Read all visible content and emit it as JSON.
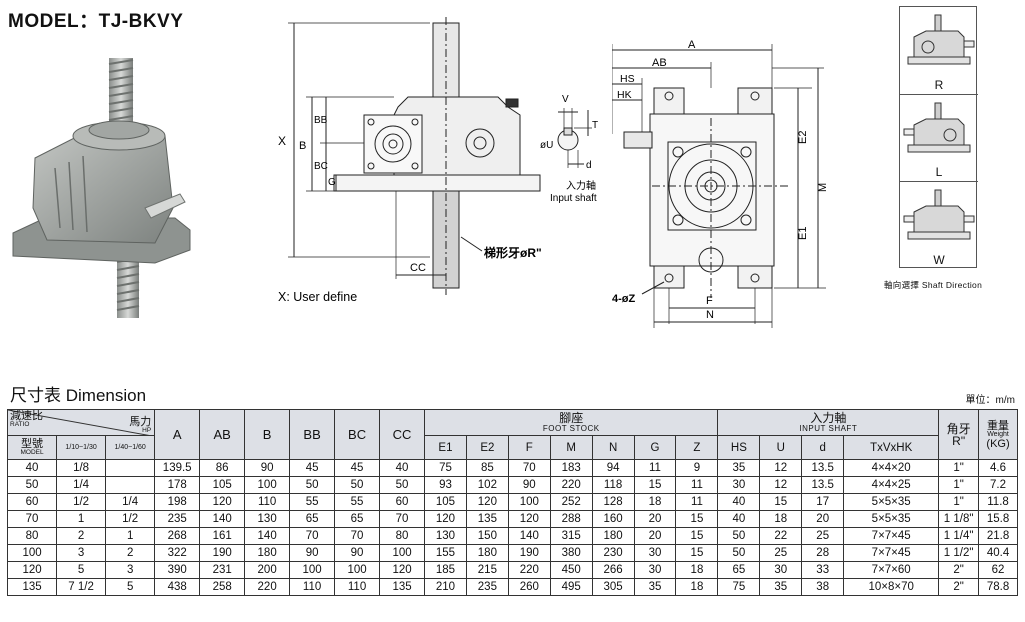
{
  "header": {
    "model_title": "MODEL：TJ-BKVY"
  },
  "drawing": {
    "front_view": {
      "dims": [
        "X",
        "B",
        "BB",
        "BC",
        "G",
        "CC"
      ],
      "thread_label": "梯形牙øR\"",
      "note": "X: User define"
    },
    "shaft_detail": {
      "dims": [
        "V",
        "T",
        "øU",
        "d"
      ],
      "label_cn": "入力軸",
      "label_en": "Input shaft"
    },
    "side_view": {
      "dims": [
        "A",
        "AB",
        "HS",
        "HK",
        "E2",
        "E1",
        "M",
        "F",
        "N"
      ],
      "hole_label": "4-øZ"
    }
  },
  "shaft_direction": {
    "items": [
      {
        "letter": "R"
      },
      {
        "letter": "L"
      },
      {
        "letter": "W"
      }
    ],
    "caption": "軸向選擇   Shaft Direction"
  },
  "dimension_section": {
    "title": "尺寸表   Dimension",
    "unit": "單位：m/m"
  },
  "table": {
    "ratio_cn": "減速比",
    "ratio_en": "RATIO",
    "hp_cn": "馬力",
    "hp_en": "HP",
    "model_cn": "型號",
    "model_en": "MODEL",
    "ratio_ranges": [
      "1/10~1/30",
      "1/40~1/60"
    ],
    "cols_main": [
      "A",
      "AB",
      "B",
      "BB",
      "BC",
      "CC"
    ],
    "foot_cn": "腳座",
    "foot_en": "FOOT STOCK",
    "cols_foot": [
      "E1",
      "E2",
      "F",
      "M",
      "N",
      "G",
      "Z"
    ],
    "input_cn": "入力軸",
    "input_en": "INPUT SHAFT",
    "cols_input": [
      "HS",
      "U",
      "d",
      "TxVxHK"
    ],
    "thread_cn": "角牙",
    "thread_en": "R\"",
    "weight_cn": "重量",
    "weight_en": "Weight",
    "weight_unit": "(KG)",
    "rows": [
      [
        "40",
        "1/8",
        "",
        "139.5",
        "86",
        "90",
        "45",
        "45",
        "40",
        "75",
        "85",
        "70",
        "183",
        "94",
        "11",
        "9",
        "35",
        "12",
        "13.5",
        "4×4×20",
        "1\"",
        "4.6"
      ],
      [
        "50",
        "1/4",
        "",
        "178",
        "105",
        "100",
        "50",
        "50",
        "50",
        "93",
        "102",
        "90",
        "220",
        "118",
        "15",
        "11",
        "30",
        "12",
        "13.5",
        "4×4×25",
        "1\"",
        "7.2"
      ],
      [
        "60",
        "1/2",
        "1/4",
        "198",
        "120",
        "110",
        "55",
        "55",
        "60",
        "105",
        "120",
        "100",
        "252",
        "128",
        "18",
        "11",
        "40",
        "15",
        "17",
        "5×5×35",
        "1\"",
        "11.8"
      ],
      [
        "70",
        "1",
        "1/2",
        "235",
        "140",
        "130",
        "65",
        "65",
        "70",
        "120",
        "135",
        "120",
        "288",
        "160",
        "20",
        "15",
        "40",
        "18",
        "20",
        "5×5×35",
        "1 1/8\"",
        "15.8"
      ],
      [
        "80",
        "2",
        "1",
        "268",
        "161",
        "140",
        "70",
        "70",
        "80",
        "130",
        "150",
        "140",
        "315",
        "180",
        "20",
        "15",
        "50",
        "22",
        "25",
        "7×7×45",
        "1 1/4\"",
        "21.8"
      ],
      [
        "100",
        "3",
        "2",
        "322",
        "190",
        "180",
        "90",
        "90",
        "100",
        "155",
        "180",
        "190",
        "380",
        "230",
        "30",
        "15",
        "50",
        "25",
        "28",
        "7×7×45",
        "1 1/2\"",
        "40.4"
      ],
      [
        "120",
        "5",
        "3",
        "390",
        "231",
        "200",
        "100",
        "100",
        "120",
        "185",
        "215",
        "220",
        "450",
        "266",
        "30",
        "18",
        "65",
        "30",
        "33",
        "7×7×60",
        "2\"",
        "62"
      ],
      [
        "135",
        "7 1/2",
        "5",
        "438",
        "258",
        "220",
        "110",
        "110",
        "135",
        "210",
        "235",
        "260",
        "495",
        "305",
        "35",
        "18",
        "75",
        "35",
        "38",
        "10×8×70",
        "2\"",
        "78.8"
      ]
    ]
  },
  "colors": {
    "header_fill": "#dde0e6",
    "line": "#333333",
    "casting": "#a9adaa"
  },
  "icons": [
    "gear-jack-photo",
    "gear-jack-r-icon",
    "gear-jack-l-icon",
    "gear-jack-w-icon"
  ]
}
